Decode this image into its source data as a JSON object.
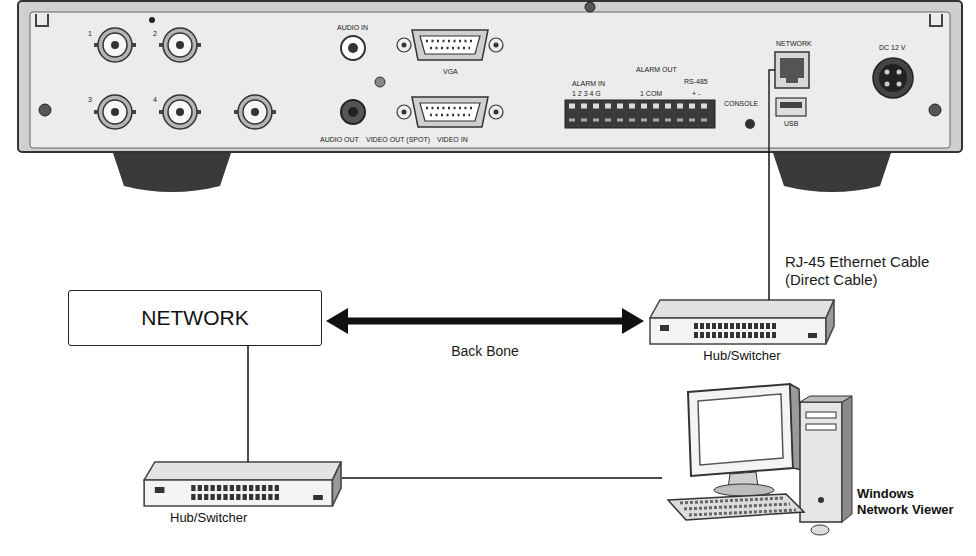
{
  "diagram": {
    "nodes": [
      {
        "text": [
          "1",
          "2",
          "3",
          "4",
          "AUDIO IN",
          "VGA",
          "AUDIO OUT",
          "VIDEO OUT (SPOT)",
          "VIDEO IN",
          "ALARM IN",
          "1 2 3 4 G",
          "ALARM OUT",
          "1 COM",
          "RS-485",
          "+ -",
          "CONSOLE",
          "NETWORK",
          "USB",
          "DC 12 V"
        ]
      },
      {
        "text": [
          "NETWORK"
        ]
      },
      {
        "text": [
          "Hub/Switcher"
        ]
      },
      {
        "text": [
          "Hub/Switcher"
        ]
      },
      {
        "text": [
          "Windows Network Viewer"
        ]
      }
    ],
    "edges": [
      {
        "from": 0,
        "to": 2,
        "arrow": "none",
        "label": "RJ-45 Ethernet Cable (Direct Cable)"
      },
      {
        "from": 1,
        "to": 2,
        "arrow": "both",
        "label": "Back Bone"
      },
      {
        "from": 1,
        "to": 3,
        "arrow": "none"
      },
      {
        "from": 3,
        "to": 4,
        "arrow": "none"
      }
    ]
  }
}
